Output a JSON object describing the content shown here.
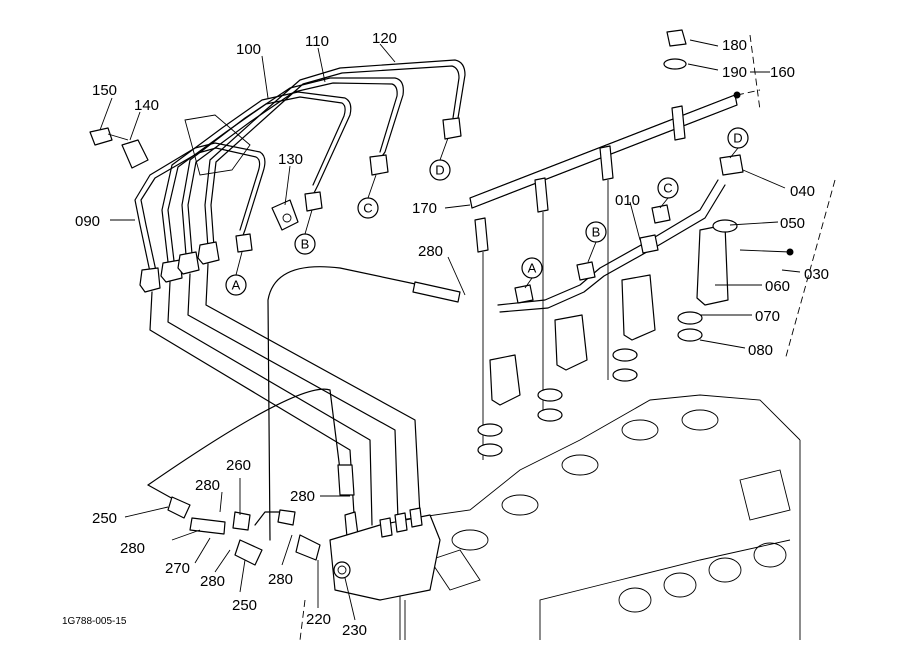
{
  "drawing_code": "1G788-005-15",
  "callouts": [
    {
      "id": "p100",
      "text": "100"
    },
    {
      "id": "p110",
      "text": "110"
    },
    {
      "id": "p120",
      "text": "120"
    },
    {
      "id": "p150",
      "text": "150"
    },
    {
      "id": "p140",
      "text": "140"
    },
    {
      "id": "p130",
      "text": "130"
    },
    {
      "id": "p090",
      "text": "090"
    },
    {
      "id": "p180",
      "text": "180"
    },
    {
      "id": "p190",
      "text": "190"
    },
    {
      "id": "p160",
      "text": "160"
    },
    {
      "id": "p040",
      "text": "040"
    },
    {
      "id": "p170",
      "text": "170"
    },
    {
      "id": "p010",
      "text": "010"
    },
    {
      "id": "p050",
      "text": "050"
    },
    {
      "id": "p280a",
      "text": "280"
    },
    {
      "id": "p060",
      "text": "060"
    },
    {
      "id": "p030",
      "text": "030"
    },
    {
      "id": "p070",
      "text": "070"
    },
    {
      "id": "p080",
      "text": "080"
    },
    {
      "id": "p260",
      "text": "260"
    },
    {
      "id": "p280b",
      "text": "280"
    },
    {
      "id": "p280c",
      "text": "280"
    },
    {
      "id": "p250a",
      "text": "250"
    },
    {
      "id": "p280d",
      "text": "280"
    },
    {
      "id": "p270",
      "text": "270"
    },
    {
      "id": "p280e",
      "text": "280"
    },
    {
      "id": "p250b",
      "text": "250"
    },
    {
      "id": "p280f",
      "text": "280"
    },
    {
      "id": "p220",
      "text": "220"
    },
    {
      "id": "p230",
      "text": "230"
    }
  ],
  "connectors": [
    {
      "id": "cA1",
      "text": "A"
    },
    {
      "id": "cB1",
      "text": "B"
    },
    {
      "id": "cC1",
      "text": "C"
    },
    {
      "id": "cD1",
      "text": "D"
    },
    {
      "id": "cA2",
      "text": "A"
    },
    {
      "id": "cB2",
      "text": "B"
    },
    {
      "id": "cC2",
      "text": "C"
    },
    {
      "id": "cD2",
      "text": "D"
    }
  ]
}
